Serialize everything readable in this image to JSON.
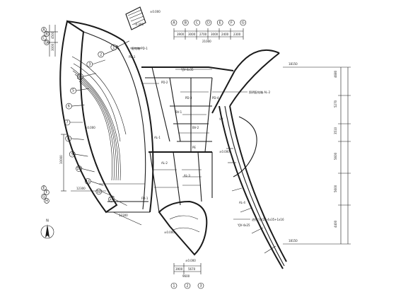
{
  "drawing": {
    "top_dims": [
      "3900",
      "3000",
      "2700",
      "3000",
      "2400",
      "2300"
    ],
    "top_total": "21000",
    "bottom_dims": [
      "3900",
      "5670"
    ],
    "bottom_total": "9600",
    "right_total": "18150",
    "right_dims": [
      "4680",
      "5270",
      "3510",
      "5600",
      "5600",
      "4400"
    ],
    "left_dim_a": "10000",
    "left_dim_b": "12300",
    "left_dim_c": "12300",
    "left_top_dims": [
      "4500",
      "3000"
    ],
    "elev_labels": [
      "±0.000",
      "±0.000",
      "±0.000",
      "±0.000",
      "-0.300",
      "±0.000"
    ],
    "left_bubbles": [
      "1",
      "2",
      "3",
      "4",
      "5",
      "6",
      "7",
      "8",
      "9",
      "10",
      "11",
      "12",
      "13"
    ],
    "left_bubbles_b": [
      "A",
      "B",
      "C",
      "D",
      "E",
      "F",
      "G",
      "H"
    ],
    "top_bubbles": [
      "A",
      "B",
      "C",
      "D",
      "E",
      "F",
      "G"
    ],
    "bottom_bubbles": [
      "1",
      "2",
      "3"
    ],
    "right_note": "18150",
    "labels": [
      "PD-1",
      "PD-2",
      "PD-3",
      "PD-4",
      "AL-1",
      "AL-2",
      "AL-3",
      "AL-4",
      "BV-1",
      "BV-2",
      "VV",
      "FD-1",
      "YJV-4x35",
      "YJV-4x25",
      "PE",
      "配电箱 PD-1",
      "照明配电箱 AL-2",
      "进线 YJV22-4x35+1x16"
    ],
    "north": "N"
  }
}
